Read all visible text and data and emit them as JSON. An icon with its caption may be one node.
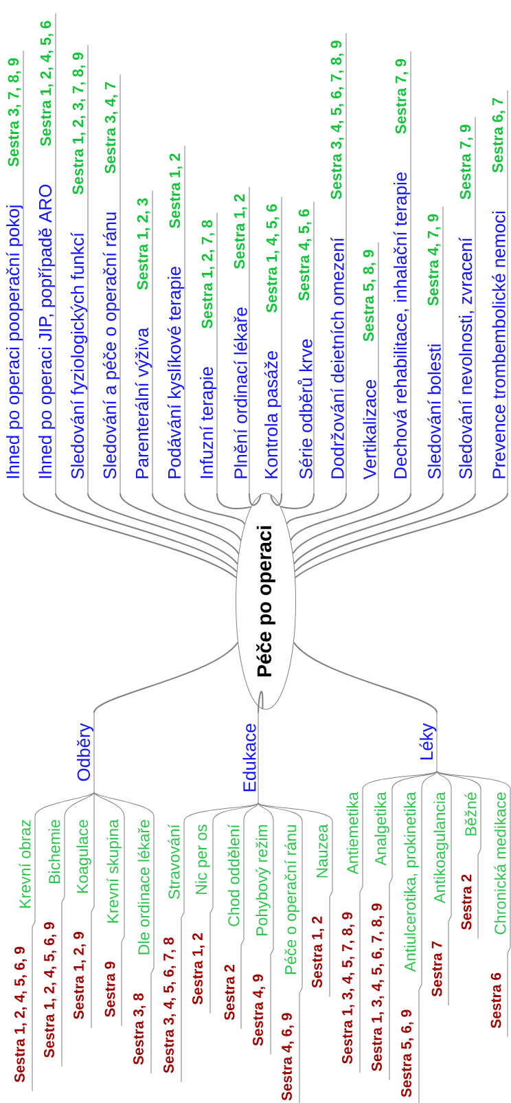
{
  "diagram": {
    "nodes": [
      {
        "text": [
          "Péče po operaci"
        ]
      },
      {
        "text": [
          "Ihned po operaci pooperační pokoj"
        ],
        "beside": [
          "Sestra 3, 7, 8, 9"
        ]
      },
      {
        "text": [
          "Ihned po operaci JIP, popřípadě ARO"
        ],
        "beside": [
          "Sestra 1, 2, 4, 5, 6"
        ]
      },
      {
        "text": [
          "Sledování fyziologických funkcí"
        ],
        "beside": [
          "Sestra 1, 2, 3, 7, 8, 9"
        ]
      },
      {
        "text": [
          "Sledování a péče o operační ránu"
        ],
        "beside": [
          "Sestra 3, 4, 7"
        ]
      },
      {
        "text": [
          "Parenterální výživa"
        ],
        "beside": [
          "Sestra 1, 2, 3"
        ]
      },
      {
        "text": [
          "Podávání kyslíkové terapie"
        ],
        "beside": [
          "Sestra 1, 2"
        ]
      },
      {
        "text": [
          "Infuzní terapie"
        ],
        "beside": [
          "Sestra 1, 2, 7, 8"
        ]
      },
      {
        "text": [
          "Plnění ordinací lékaře"
        ],
        "beside": [
          "Sestra 1, 2"
        ]
      },
      {
        "text": [
          "Kontrola pasáže"
        ],
        "beside": [
          "Sestra 1, 4, 5, 6"
        ]
      },
      {
        "text": [
          "Série odběrů krve"
        ],
        "beside": [
          "Sestra 4, 5, 6"
        ]
      },
      {
        "text": [
          "Dodržování deietních omezení"
        ],
        "beside": [
          "Sestra 3, 4, 5, 6, 7, 8, 9"
        ]
      },
      {
        "text": [
          "Vertikalizace"
        ],
        "beside": [
          "Sestra 5, 8, 9"
        ]
      },
      {
        "text": [
          "Dechová rehabilitace, inhalační terapie"
        ],
        "beside": [
          "Sestra 7, 9"
        ]
      },
      {
        "text": [
          "Sledování bolesti"
        ],
        "beside": [
          "Sestra 4, 7, 9"
        ]
      },
      {
        "text": [
          "Sledování nevolnosti, zvracení"
        ],
        "beside": [
          "Sestra 7, 9"
        ]
      },
      {
        "text": [
          "Prevence trombembolické nemoci"
        ],
        "beside": [
          "Sestra 6, 7"
        ]
      },
      {
        "text": [
          "Odběry"
        ]
      },
      {
        "text": [
          "Edukace"
        ]
      },
      {
        "text": [
          "Léky"
        ]
      },
      {
        "text": [
          "Krevní obraz"
        ],
        "beside": [
          "Sestra 1, 2, 4, 5, 6, 9"
        ]
      },
      {
        "text": [
          "Bichemie"
        ],
        "beside": [
          "Sestra 1, 2, 4, 5, 6, 9"
        ]
      },
      {
        "text": [
          "Koagulace"
        ],
        "beside": [
          "Sestra 1, 2, 9"
        ]
      },
      {
        "text": [
          "Krevní skupina"
        ],
        "beside": [
          "Sestra 9"
        ]
      },
      {
        "text": [
          "Dle ordinace lékaře"
        ],
        "beside": [
          "Sestra 3, 8"
        ]
      },
      {
        "text": [
          "Stravování"
        ],
        "beside": [
          "Sestra 3, 4, 5, 6, 7, 8"
        ]
      },
      {
        "text": [
          "Nic per os"
        ],
        "beside": [
          "Sestra 1, 2"
        ]
      },
      {
        "text": [
          "Chod oddělení"
        ],
        "beside": [
          "Sestra 2"
        ]
      },
      {
        "text": [
          "Pohybový režim"
        ],
        "beside": [
          "Sestra 4, 9"
        ]
      },
      {
        "text": [
          "Péče o operační ránu"
        ],
        "beside": [
          "Sestra 4, 6, 9"
        ]
      },
      {
        "text": [
          "Nauzea"
        ],
        "beside": [
          "Sestra 1, 2"
        ]
      },
      {
        "text": [
          "Antiemetika"
        ],
        "beside": [
          "Sestra 1, 3, 4, 5, 7, 8, 9"
        ]
      },
      {
        "text": [
          "Analgetika"
        ],
        "beside": [
          "Sestra 1, 3, 4, 5, 6, 7, 8, 9"
        ]
      },
      {
        "text": [
          "Antiulcerotika, prokinetika"
        ],
        "beside": [
          "Sestra 5, 6, 9"
        ]
      },
      {
        "text": [
          "Antikoagulancia"
        ],
        "beside": [
          "Sestra 7"
        ]
      },
      {
        "text": [
          "Běžné"
        ],
        "beside": [
          "Sestra 2"
        ]
      },
      {
        "text": [
          "Chronická medikace"
        ],
        "beside": [
          "Sestra 6"
        ]
      }
    ],
    "edges": [
      {
        "from": 0,
        "to": 1,
        "arrow": "none"
      },
      {
        "from": 0,
        "to": 2,
        "arrow": "none"
      },
      {
        "from": 0,
        "to": 3,
        "arrow": "none"
      },
      {
        "from": 0,
        "to": 4,
        "arrow": "none"
      },
      {
        "from": 0,
        "to": 5,
        "arrow": "none"
      },
      {
        "from": 0,
        "to": 6,
        "arrow": "none"
      },
      {
        "from": 0,
        "to": 7,
        "arrow": "none"
      },
      {
        "from": 0,
        "to": 8,
        "arrow": "none"
      },
      {
        "from": 0,
        "to": 9,
        "arrow": "none"
      },
      {
        "from": 0,
        "to": 10,
        "arrow": "none"
      },
      {
        "from": 0,
        "to": 11,
        "arrow": "none"
      },
      {
        "from": 0,
        "to": 12,
        "arrow": "none"
      },
      {
        "from": 0,
        "to": 13,
        "arrow": "none"
      },
      {
        "from": 0,
        "to": 14,
        "arrow": "none"
      },
      {
        "from": 0,
        "to": 15,
        "arrow": "none"
      },
      {
        "from": 0,
        "to": 16,
        "arrow": "none"
      },
      {
        "from": 0,
        "to": 17,
        "arrow": "none"
      },
      {
        "from": 0,
        "to": 18,
        "arrow": "none"
      },
      {
        "from": 0,
        "to": 19,
        "arrow": "none"
      },
      {
        "from": 17,
        "to": 20,
        "arrow": "none"
      },
      {
        "from": 17,
        "to": 21,
        "arrow": "none"
      },
      {
        "from": 17,
        "to": 22,
        "arrow": "none"
      },
      {
        "from": 17,
        "to": 23,
        "arrow": "none"
      },
      {
        "from": 17,
        "to": 24,
        "arrow": "none"
      },
      {
        "from": 18,
        "to": 25,
        "arrow": "none"
      },
      {
        "from": 18,
        "to": 26,
        "arrow": "none"
      },
      {
        "from": 18,
        "to": 27,
        "arrow": "none"
      },
      {
        "from": 18,
        "to": 28,
        "arrow": "none"
      },
      {
        "from": 18,
        "to": 29,
        "arrow": "none"
      },
      {
        "from": 18,
        "to": 30,
        "arrow": "none"
      },
      {
        "from": 19,
        "to": 31,
        "arrow": "none"
      },
      {
        "from": 19,
        "to": 32,
        "arrow": "none"
      },
      {
        "from": 19,
        "to": 33,
        "arrow": "none"
      },
      {
        "from": 19,
        "to": 34,
        "arrow": "none"
      },
      {
        "from": 19,
        "to": 35,
        "arrow": "none"
      },
      {
        "from": 19,
        "to": 36,
        "arrow": "none"
      }
    ]
  }
}
